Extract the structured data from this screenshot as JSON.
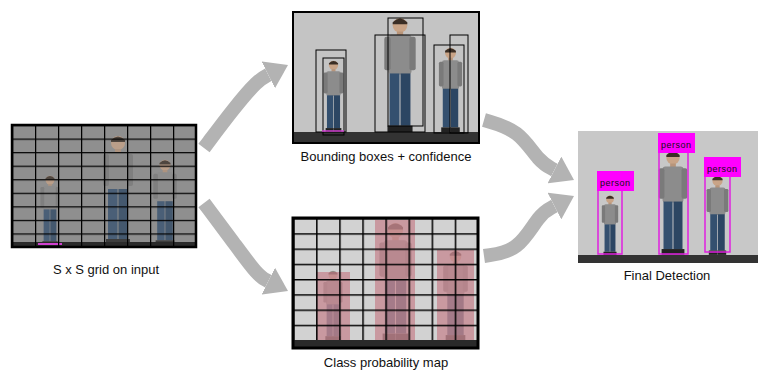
{
  "diagram": {
    "nodes": [
      {
        "text": [
          "S x S grid on input"
        ]
      },
      {
        "text": [
          "Bounding boxes + confidence"
        ]
      },
      {
        "text": [
          "Class probability map"
        ]
      },
      {
        "text": [
          "Final Detection"
        ]
      },
      {
        "text": [
          "person"
        ],
        "in": 3
      },
      {
        "text": [
          "person"
        ],
        "in": 3
      },
      {
        "text": [
          "person"
        ],
        "in": 3
      }
    ],
    "edges": [
      {
        "from": 0,
        "to": 1,
        "arrow": "to"
      },
      {
        "from": 0,
        "to": 2,
        "arrow": "to"
      },
      {
        "from": 1,
        "to": 3,
        "arrow": "to"
      },
      {
        "from": 2,
        "to": 3,
        "arrow": "to"
      }
    ]
  }
}
